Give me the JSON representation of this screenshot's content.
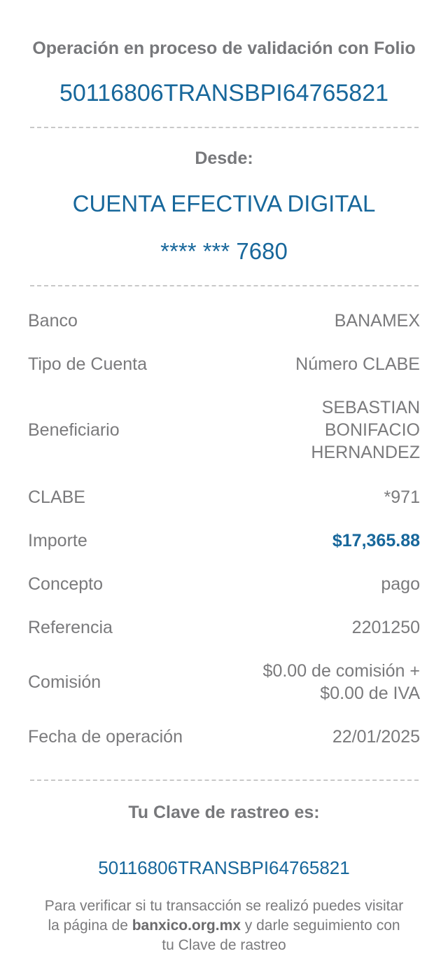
{
  "header": {
    "title": "Operación en proceso de validación con Folio",
    "folio": "50116806TRANSBPI64765821"
  },
  "source": {
    "label": "Desde:",
    "account_name": "CUENTA EFECTIVA DIGITAL",
    "account_number": "**** *** 7680"
  },
  "details": [
    {
      "label": "Banco",
      "value": "BANAMEX"
    },
    {
      "label": "Tipo de Cuenta",
      "value": "Número CLABE"
    },
    {
      "label": "Beneficiario",
      "value_lines": [
        "SEBASTIAN",
        "BONIFACIO",
        "HERNANDEZ"
      ]
    },
    {
      "label": "CLABE",
      "value": "*971"
    },
    {
      "label": "Importe",
      "value": "$17,365.88"
    },
    {
      "label": "Concepto",
      "value": "pago"
    },
    {
      "label": "Referencia",
      "value": "2201250"
    },
    {
      "label": "Comisión",
      "value_lines": [
        "$0.00 de comisión +",
        "$0.00 de IVA"
      ]
    },
    {
      "label": "Fecha de operación",
      "value": "22/01/2025"
    }
  ],
  "tracking": {
    "label": "Tu Clave de rastreo es:",
    "code": "50116806TRANSBPI64765821",
    "note_part1": "Para verificar si tu transacción se realizó puedes visitar la página de ",
    "note_link": "banxico.org.mx",
    "note_part2": " y darle seguimiento con tu Clave de rastreo"
  },
  "colors": {
    "accent": "#17679b",
    "text": "#7a7a7c"
  }
}
